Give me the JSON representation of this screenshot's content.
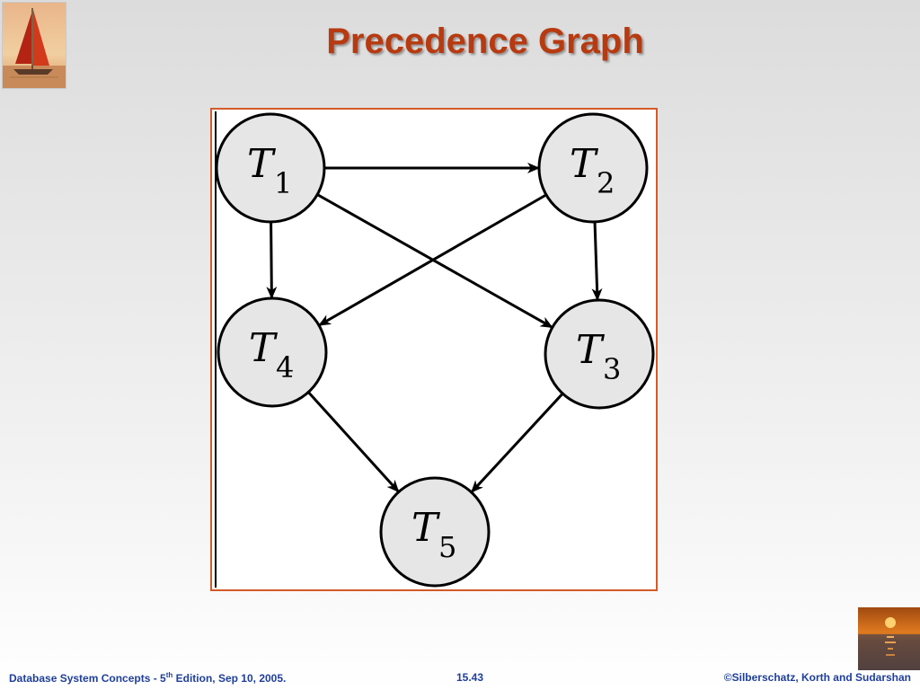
{
  "slide": {
    "title": "Precedence Graph"
  },
  "graph": {
    "nodes": [
      {
        "id": "T1",
        "letter": "T",
        "sub": "1"
      },
      {
        "id": "T2",
        "letter": "T",
        "sub": "2"
      },
      {
        "id": "T4",
        "letter": "T",
        "sub": "4"
      },
      {
        "id": "T3",
        "letter": "T",
        "sub": "3"
      },
      {
        "id": "T5",
        "letter": "T",
        "sub": "5"
      }
    ],
    "edges": [
      {
        "from": "T1",
        "to": "T2"
      },
      {
        "from": "T1",
        "to": "T4"
      },
      {
        "from": "T1",
        "to": "T3"
      },
      {
        "from": "T2",
        "to": "T4"
      },
      {
        "from": "T2",
        "to": "T3"
      },
      {
        "from": "T4",
        "to": "T5"
      },
      {
        "from": "T3",
        "to": "T5"
      }
    ],
    "node_fill": "#e6e6e6",
    "stroke_color": "#000000"
  },
  "footer": {
    "left_prefix": "Database System Concepts - 5",
    "left_sup": "th",
    "left_suffix": " Edition, Sep 10, 2005.",
    "page": "15.43",
    "copyright": "©Silberschatz, Korth and Sudarshan"
  },
  "colors": {
    "title": "#b83a10",
    "footer_text": "#1f3f99",
    "frame_border": "#d45a2a"
  }
}
